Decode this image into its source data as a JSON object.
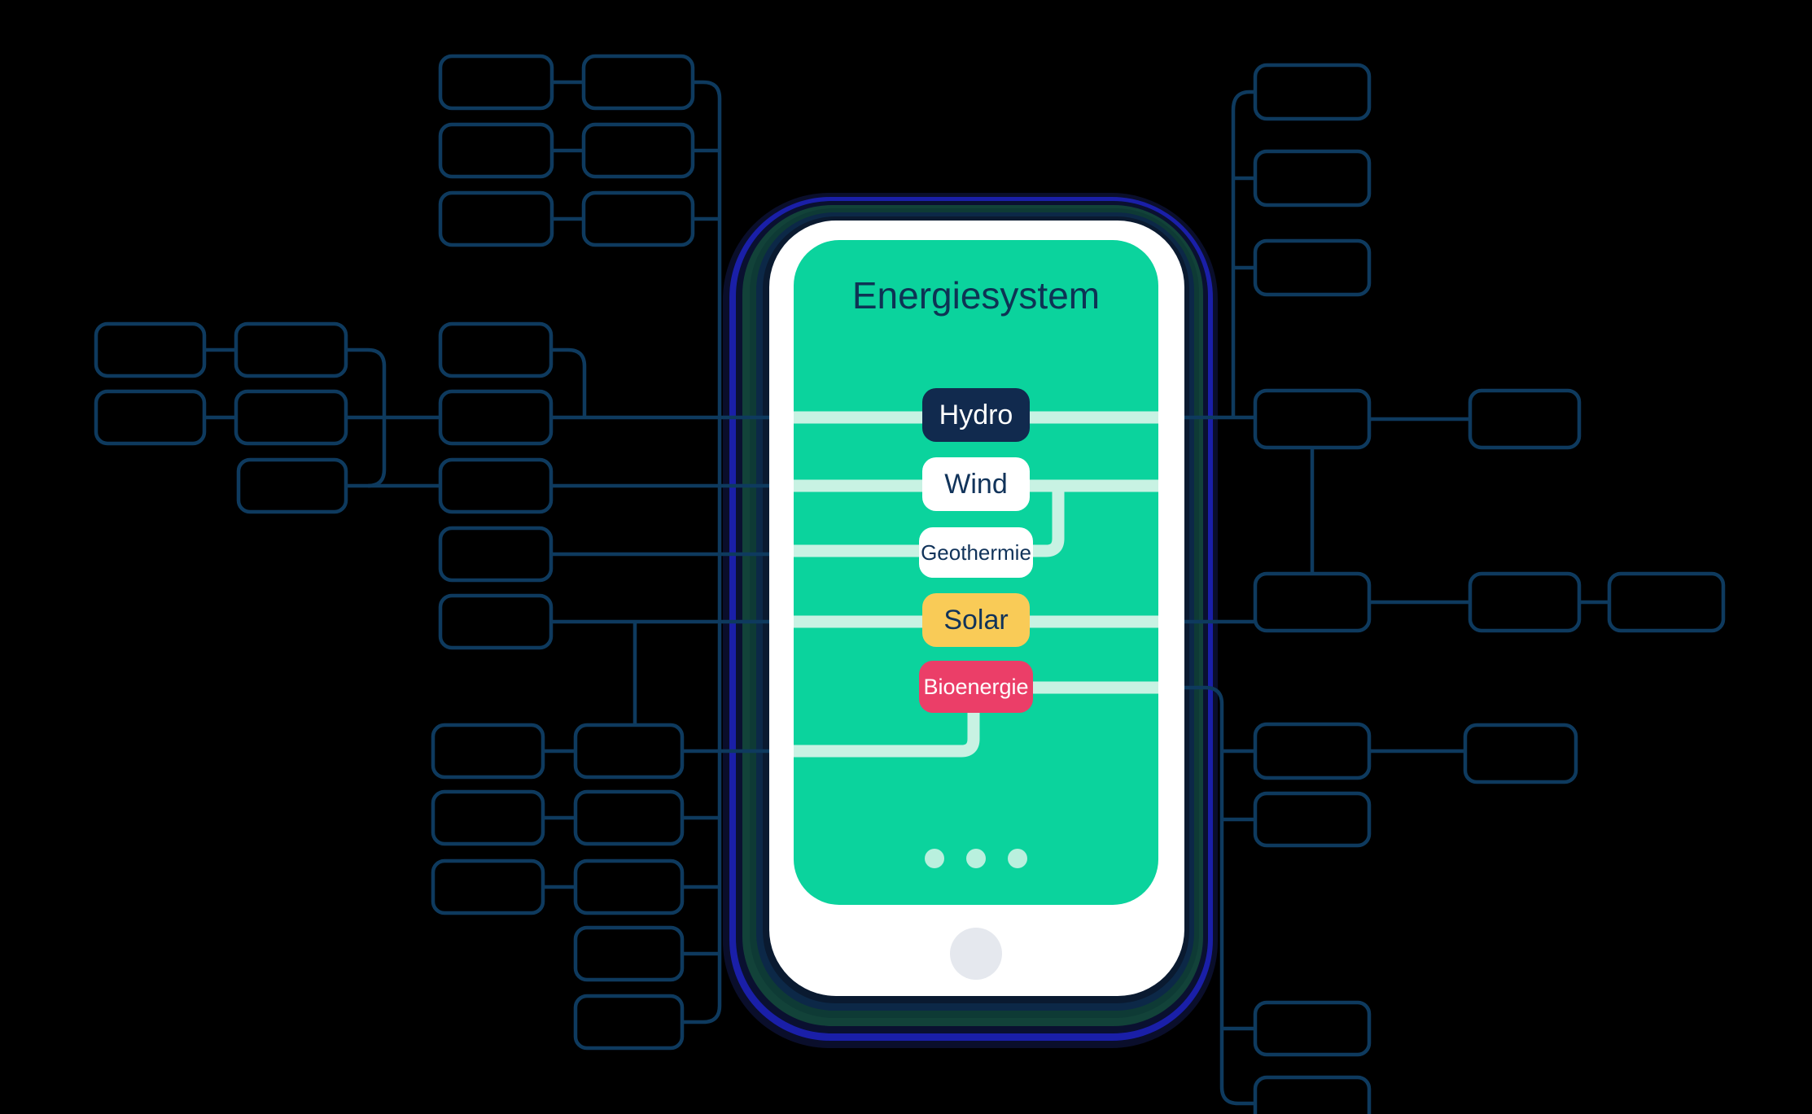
{
  "phone": {
    "title": "Energiesystem",
    "pills": [
      {
        "label": "Hydro",
        "variant": "navy",
        "bg": "#112a4e",
        "fg": "#ffffff"
      },
      {
        "label": "Wind",
        "variant": "white",
        "bg": "#ffffff",
        "fg": "#11335a"
      },
      {
        "label": "Geothermie",
        "variant": "white",
        "bg": "#ffffff",
        "fg": "#11335a"
      },
      {
        "label": "Solar",
        "variant": "yellow",
        "bg": "#f9cb57",
        "fg": "#11335a"
      },
      {
        "label": "Bioenergie",
        "variant": "pink",
        "bg": "#eb3e68",
        "fg": "#ffffff"
      }
    ],
    "pagination": {
      "dot_count": 3
    }
  },
  "colors": {
    "background": "#000000",
    "screen_green": "#0bd39d",
    "circuit_line_mint": "#c8f2e3",
    "pagination_dot": "#b9f0de",
    "network_stroke": "#0e3a5e",
    "title_navy": "#0e3354",
    "phone_body": "#ffffff",
    "home_button": "#e5e8ee",
    "glow_ring_blue": "#1a1fa8",
    "glow_ring_teal": "#124239",
    "glow_ring_navy": "#0c2847"
  }
}
